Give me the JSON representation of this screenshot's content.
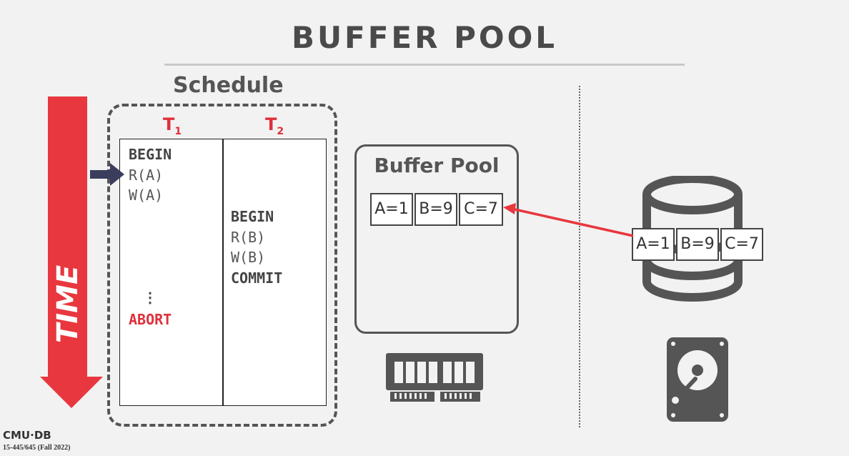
{
  "slide": {
    "title": "BUFFER POOL",
    "time_label": "TIME"
  },
  "schedule": {
    "label": "Schedule",
    "t1_header": "T",
    "t1_sub": "1",
    "t2_header": "T",
    "t2_sub": "2",
    "t1_ops": [
      "BEGIN",
      "R(A)",
      "W(A)"
    ],
    "t1_ellipsis": "⋮",
    "t1_abort": "ABORT",
    "t2_ops": [
      "BEGIN",
      "R(B)",
      "W(B)",
      "COMMIT"
    ]
  },
  "buffer_pool": {
    "label": "Buffer Pool",
    "cells": [
      "A=1",
      "B=9",
      "C=7"
    ]
  },
  "disk": {
    "cells": [
      "A=1",
      "B=9",
      "C=7"
    ]
  },
  "icons": [
    "time-arrow",
    "pointer-arrow",
    "memory-chip-icon",
    "database-icon",
    "hard-disk-icon"
  ],
  "colors": {
    "accent_red": "#e8373e",
    "dark": "#555555",
    "pointer": "#3a3d5c"
  },
  "footer": {
    "logo": "CMU·DB",
    "course": "15-445/645 (Fall 2022)"
  }
}
